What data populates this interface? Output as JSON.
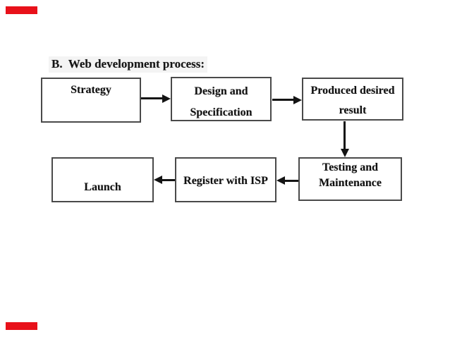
{
  "meta": {
    "title_label": "B.  Web development process:"
  },
  "colors": {
    "background": "#ffffff",
    "box_border": "#4a4a4a",
    "text": "#141414",
    "arrow": "#141414",
    "red_mark": "#e8111a",
    "title_background": "#f4f4f4"
  },
  "flowchart": {
    "nodes": [
      {
        "id": "strategy",
        "lines": [
          "Strategy"
        ]
      },
      {
        "id": "design-specification",
        "lines": [
          "Design and",
          "Specification"
        ]
      },
      {
        "id": "produced-desired-result",
        "lines": [
          "Produced desired",
          "result"
        ]
      },
      {
        "id": "testing-maintenance",
        "lines": [
          "Testing and",
          "Maintenance"
        ]
      },
      {
        "id": "register-with-isp",
        "lines": [
          "Register with ISP"
        ]
      },
      {
        "id": "launch",
        "lines": [
          "Launch"
        ]
      }
    ],
    "edges": [
      {
        "from": "strategy",
        "to": "design-specification",
        "direction": "right"
      },
      {
        "from": "design-specification",
        "to": "produced-desired-result",
        "direction": "right"
      },
      {
        "from": "produced-desired-result",
        "to": "testing-maintenance",
        "direction": "down"
      },
      {
        "from": "testing-maintenance",
        "to": "register-with-isp",
        "direction": "left"
      },
      {
        "from": "register-with-isp",
        "to": "launch",
        "direction": "left"
      }
    ]
  },
  "decorations": {
    "red_marks": [
      "top-left",
      "bottom-left"
    ]
  }
}
